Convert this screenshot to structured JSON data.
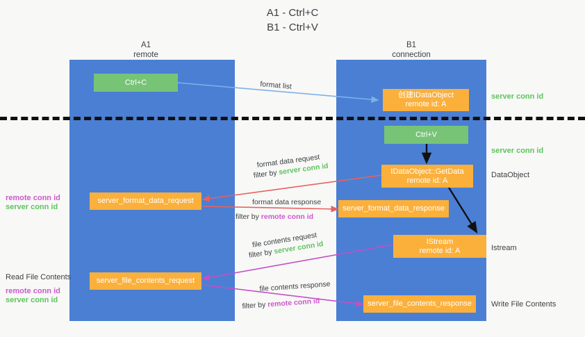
{
  "title": "A1 - Ctrl+C\nB1 - Ctrl+V",
  "colors": {
    "lane": "#4a7fd4",
    "green_node": "#77c477",
    "orange_node": "#fbb03b",
    "server_conn": "#5fc35f",
    "remote_conn": "#cc58cc",
    "red_arrow": "#e8615f",
    "magenta_arrow": "#c44fc4",
    "blue_arrow": "#7fb0e8",
    "background": "#f8f8f7"
  },
  "lanes": [
    {
      "name": "A1",
      "sub": "remote",
      "header": "A1\nremote"
    },
    {
      "name": "B1",
      "sub": "connection",
      "header": "B1\nconnection"
    }
  ],
  "nodes": {
    "ctrl_c": "Ctrl+C",
    "ctrl_v": "Ctrl+V",
    "data_object_create": "创建IDataObject\nremote id: A",
    "get_data": "IDataObject::GetData\nremote id: A",
    "istream": "IStream\nremote id: A",
    "format_data_request": "server_format_data_request",
    "format_data_response": "server_format_data_response",
    "file_contents_request": "server_file_contents_request",
    "file_contents_response": "server_file_contents_response"
  },
  "edges": {
    "format_list": "format list",
    "format_data_request": "format data request",
    "format_data_response": "format data response",
    "file_contents_request": "file contents request",
    "file_contents_response": "file contents response",
    "filter_by": "filter by",
    "server_conn_id": "server conn id",
    "remote_conn_id": "remote conn id"
  },
  "annotations": {
    "right": [
      {
        "text": "server conn id",
        "kind": "server"
      },
      {
        "text": "server conn id",
        "kind": "server"
      },
      {
        "text": "DataObject",
        "kind": "plain"
      },
      {
        "text": "Istream",
        "kind": "plain"
      },
      {
        "text": "Write File Contents",
        "kind": "plain"
      }
    ],
    "left": [
      {
        "text": "remote conn id",
        "kind": "remote"
      },
      {
        "text": "server conn id",
        "kind": "server"
      },
      {
        "text": "Read File Contents",
        "kind": "plain"
      },
      {
        "text": "remote conn id",
        "kind": "remote"
      },
      {
        "text": "server conn id",
        "kind": "server"
      }
    ]
  }
}
